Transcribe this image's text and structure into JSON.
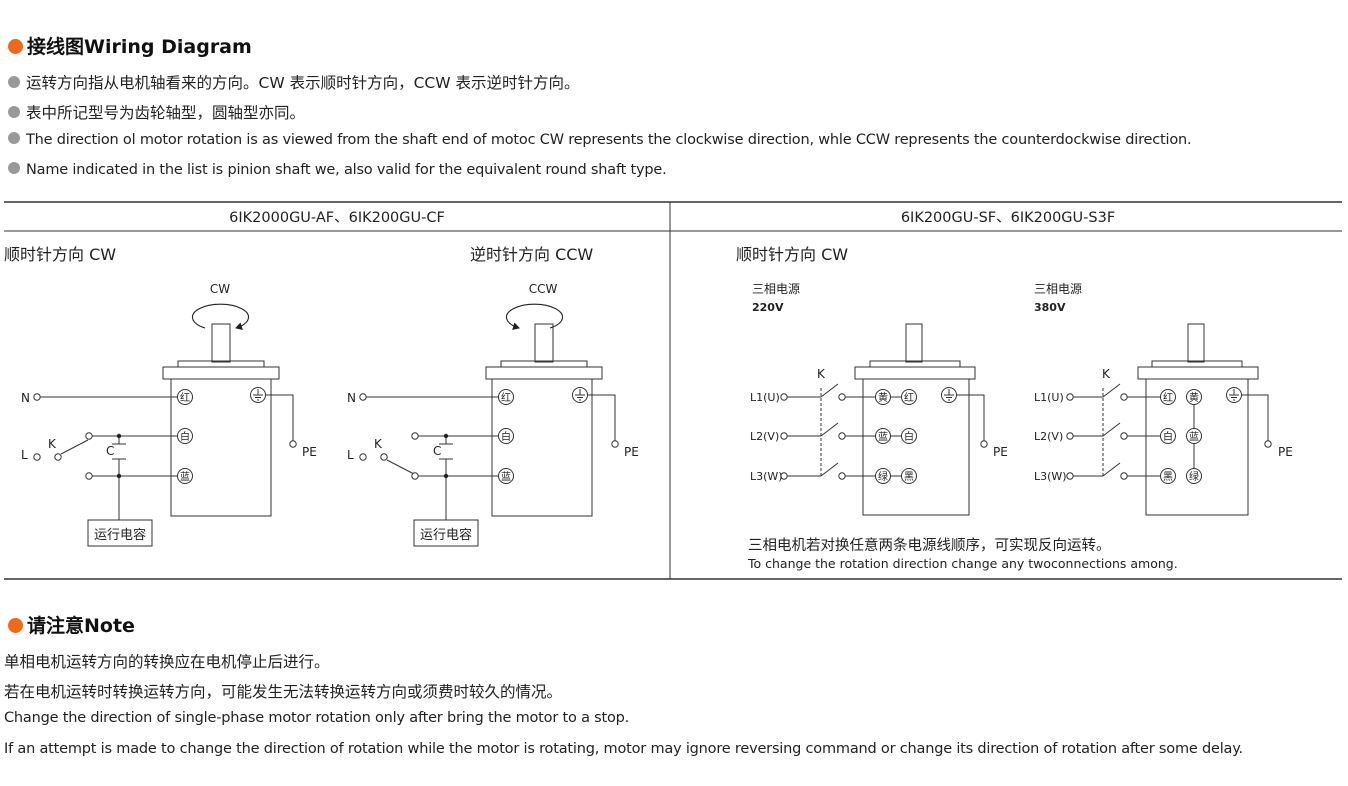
{
  "wiring": {
    "title_cn": "接线图",
    "title_en": "Wiring Diagram",
    "bullets": [
      "运转方向指从电机轴看来的方向。CW 表示顺时针方向，CCW 表示逆时针方向。",
      "表中所记型号为齿轮轴型，圆轴型亦同。",
      "The direction ol motor rotation is as viewed from the shaft end of motoc CW represents the clockwise direction, whle CCW represents the counterdockwise direction.",
      "Name indicated in the list is pinion shaft we, also valid for the equivalent round shaft type."
    ]
  },
  "table": {
    "left_header": "6IK2000GU-AF、6IK200GU-CF",
    "right_header": "6IK200GU-SF、6IK200GU-S3F",
    "cw_label": "顺时针方向 CW",
    "ccw_label": "逆时针方向 CCW",
    "right_cw_label": "顺时针方向 CW",
    "rotation_cw": "CW",
    "rotation_ccw": "CCW",
    "capacitor_box": "运行电容",
    "terminal_n": "N",
    "terminal_l": "L",
    "switch_k": "K",
    "capacitor_c": "C",
    "pe": "PE",
    "wire_red": "红",
    "wire_white": "白",
    "wire_blue": "蓝",
    "wire_yellow": "黄",
    "wire_green": "绿",
    "wire_black": "黑",
    "power_label": "三相电源",
    "power_220": "220V",
    "power_380": "380V",
    "l1": "L1(U)",
    "l2": "L2(V)",
    "l3": "L3(W)",
    "three_phase_note_cn": "三相电机若对换任意两条电源线顺序，可实现反向运转。",
    "three_phase_note_en": "To change the rotation direction change any twoconnections among."
  },
  "note": {
    "title_cn": "请注意",
    "title_en": "Note",
    "lines": [
      "单相电机运转方向的转换应在电机停止后进行。",
      "若在电机运转时转换运转方向，可能发生无法转换运转方向或须费时较久的情况。",
      "Change the direction of single-phase motor rotation only after bring the motor to a stop.",
      "If an attempt is made to change the direction of rotation while the motor is rotating, motor may ignore reversing command or change its direction of rotation after some delay."
    ]
  }
}
